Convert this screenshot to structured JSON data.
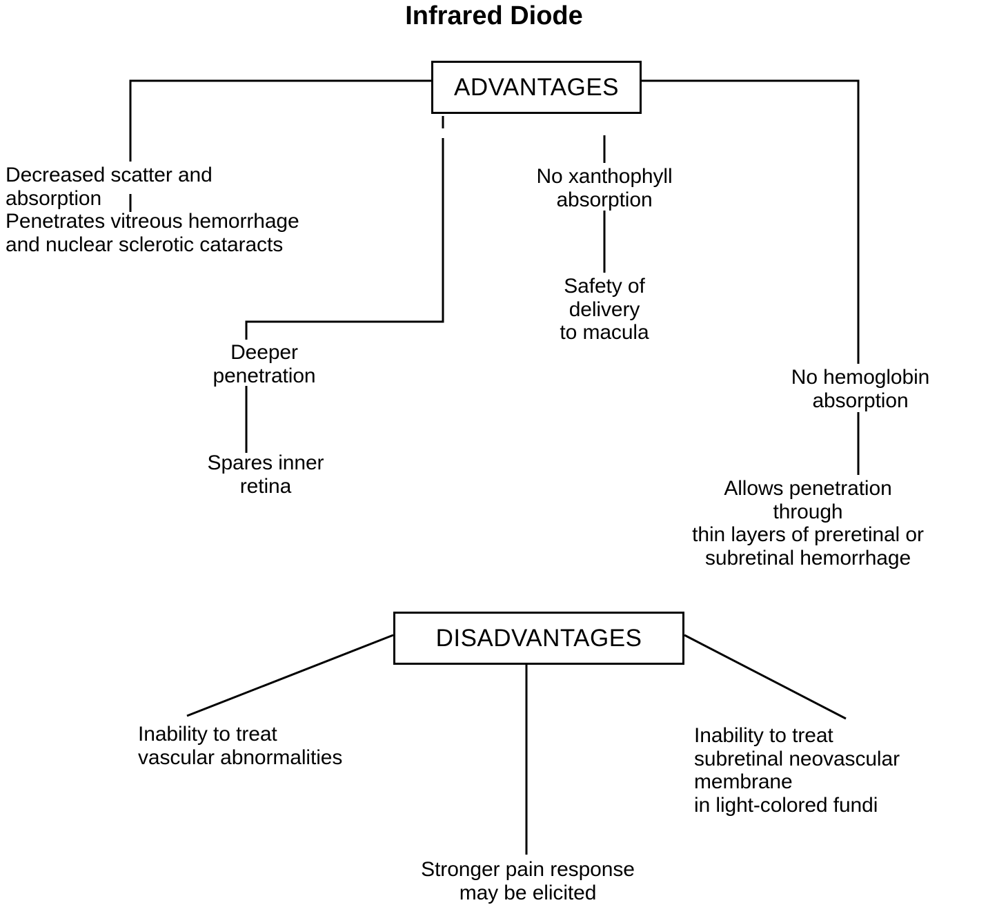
{
  "diagram": {
    "title": "Infrared Diode",
    "type": "hierarchy-tree",
    "line_color": "#000000",
    "text_color": "#000000",
    "background_color": "#ffffff",
    "branches": {
      "advantages": {
        "label": "ADVANTAGES",
        "children": [
          {
            "id": "scatter",
            "label": "Decreased scatter and absorption"
          },
          {
            "id": "vitreous",
            "label": "Penetrates vitreous hemorrhage\nand nuclear sclerotic cataracts"
          },
          {
            "id": "deeper",
            "label": "Deeper\npenetration"
          },
          {
            "id": "spares",
            "label": "Spares inner\nretina"
          },
          {
            "id": "xanthophyll",
            "label": "No xanthophyll\nabsorption"
          },
          {
            "id": "macula",
            "label": "Safety of delivery\nto macula"
          },
          {
            "id": "hemoglobin",
            "label": "No hemoglobin\nabsorption"
          },
          {
            "id": "allows",
            "label": "Allows penetration through\nthin layers of preretinal or\nsubretinal hemorrhage"
          }
        ]
      },
      "disadvantages": {
        "label": "DISADVANTAGES",
        "children": [
          {
            "id": "vascular",
            "label": "Inability to treat\nvascular abnormalities"
          },
          {
            "id": "pain",
            "label": "Stronger pain response\nmay be elicited"
          },
          {
            "id": "subretinal",
            "label": "Inability to treat\nsubretinal neovascular membrane\nin light-colored fundi"
          }
        ]
      }
    }
  }
}
